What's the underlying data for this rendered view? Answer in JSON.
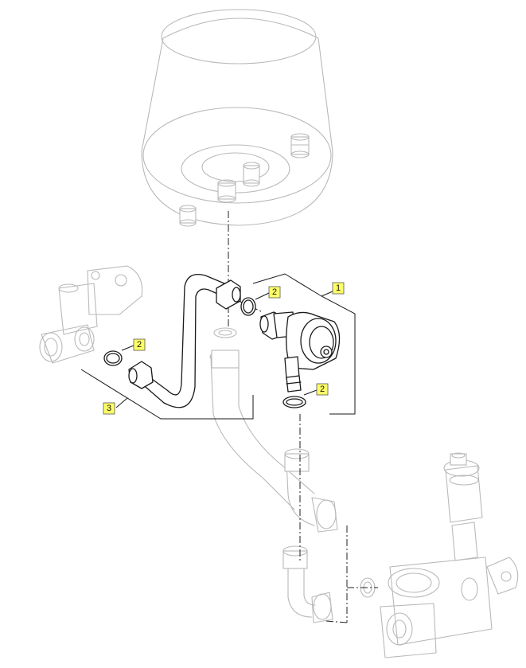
{
  "callouts": [
    {
      "id": "callout-1",
      "label": "1"
    },
    {
      "id": "callout-2a",
      "label": "2"
    },
    {
      "id": "callout-2b",
      "label": "2"
    },
    {
      "id": "callout-2c",
      "label": "2"
    },
    {
      "id": "callout-3",
      "label": "3"
    }
  ],
  "colors": {
    "callout_fill": "#ffff66",
    "ghost_line": "#b9b9b9",
    "solid_line": "#1a1a1a"
  }
}
